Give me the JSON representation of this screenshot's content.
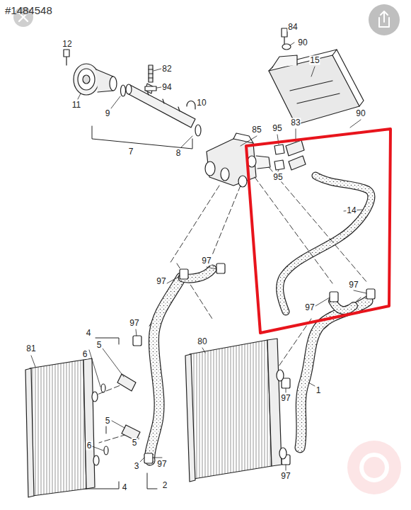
{
  "diagram": {
    "labels": [
      "#1484548",
      "12",
      "82",
      "94",
      "10",
      "11",
      "9",
      "7",
      "8",
      "84",
      "90",
      "15",
      "85",
      "95",
      "83",
      "90",
      "95",
      "14",
      "97",
      "97",
      "97",
      "97",
      "97",
      "4",
      "5",
      "6",
      "81",
      "80",
      "1",
      "97",
      "5",
      "5",
      "6",
      "3",
      "97",
      "4",
      "2",
      "97"
    ]
  }
}
